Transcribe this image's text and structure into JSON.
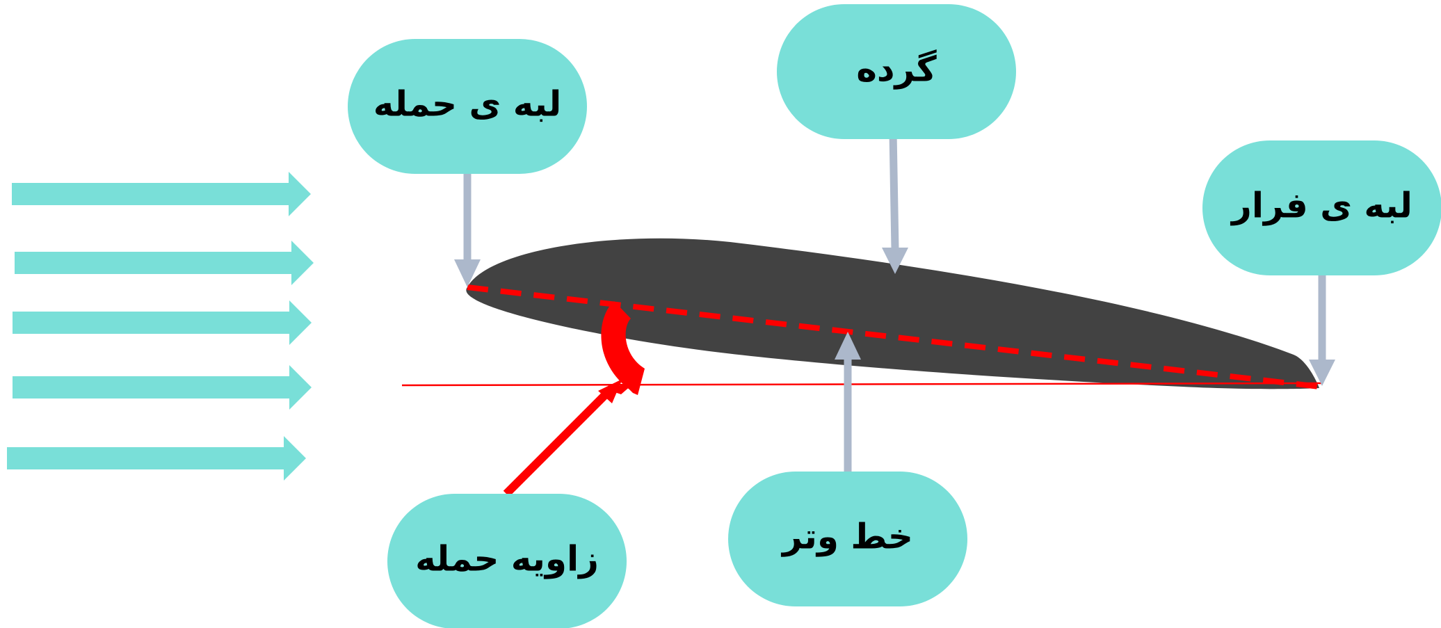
{
  "labels": {
    "leading_edge": "لبه ی حمله",
    "camber": "گرده",
    "trailing_edge": "لبه ی فرار",
    "angle_of_attack": "زاویه حمله",
    "chord_line": "خط وتر"
  },
  "colors": {
    "pill_fill": "#79dfd8",
    "airfoil_fill": "#424242",
    "pointer_arrow": "#acb8cb",
    "chord_line": "#ff0000",
    "angle_indicator": "#ff0000",
    "flow_arrows": "#79dfd8",
    "label_text": "#000000"
  },
  "flow_arrows": {
    "count": 5,
    "direction": "right"
  }
}
